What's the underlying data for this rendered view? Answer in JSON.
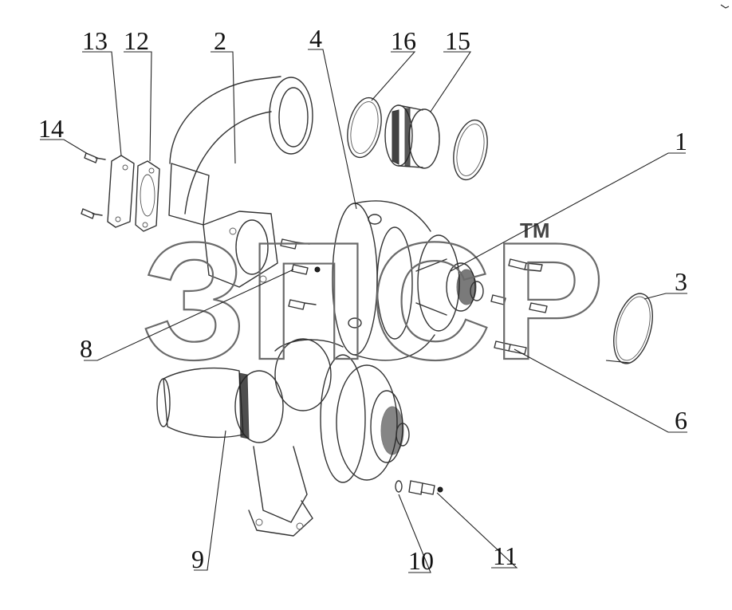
{
  "diagram": {
    "callouts": [
      {
        "id": "1",
        "label": "1"
      },
      {
        "id": "2",
        "label": "2"
      },
      {
        "id": "3",
        "label": "3"
      },
      {
        "id": "4",
        "label": "4"
      },
      {
        "id": "6",
        "label": "6"
      },
      {
        "id": "8",
        "label": "8"
      },
      {
        "id": "9",
        "label": "9"
      },
      {
        "id": "10",
        "label": "10"
      },
      {
        "id": "11",
        "label": "11"
      },
      {
        "id": "12",
        "label": "12"
      },
      {
        "id": "13",
        "label": "13"
      },
      {
        "id": "14",
        "label": "14"
      },
      {
        "id": "15",
        "label": "15"
      },
      {
        "id": "16",
        "label": "16"
      }
    ]
  },
  "watermark": {
    "text": "ЗПСР",
    "trademark": "TM"
  }
}
